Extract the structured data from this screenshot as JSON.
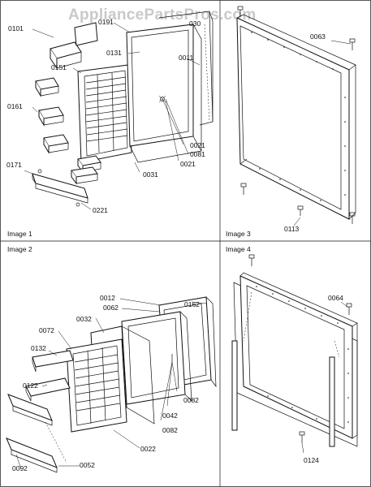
{
  "watermark": "AppliancePartsPros.com",
  "panels": {
    "image1": {
      "caption": "Image 1",
      "labels": [
        "0101",
        "0161",
        "0191",
        "030",
        "0131",
        "0011",
        "0151",
        "0161",
        "0021",
        "0081",
        "0021",
        "0031",
        "0171",
        "0221"
      ]
    },
    "image2": {
      "caption": "Image 2",
      "labels": [
        "0012",
        "0162",
        "0062",
        "0032",
        "0072",
        "0132",
        "0122",
        "0082",
        "0042",
        "0082",
        "0022",
        "0092",
        "0052"
      ]
    },
    "image3": {
      "caption": "Image 3",
      "labels": [
        "0063",
        "0113"
      ]
    },
    "image4": {
      "caption": "Image 4",
      "labels": [
        "0064",
        "0124"
      ]
    }
  }
}
